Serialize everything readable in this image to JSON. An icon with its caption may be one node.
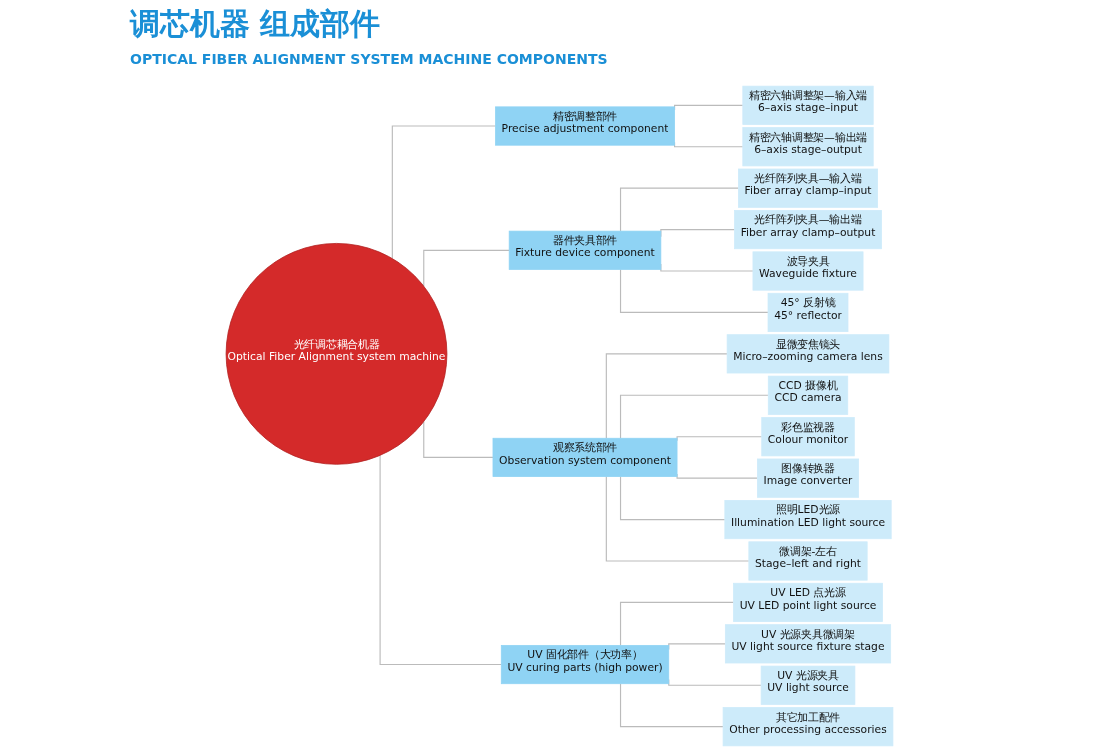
{
  "diagram": {
    "title": "调芯机器 组成部件",
    "nodes": [
      {
        "text": [
          "光纤调芯耦合机器",
          "Optical Fiber Alignment system machine"
        ]
      },
      {
        "text": [
          "精密调整部件",
          "Precise adjustment component"
        ]
      },
      {
        "text": [
          "精密六轴调整架—输入端",
          "6–axis stage–input"
        ]
      },
      {
        "text": [
          "精密六轴调整架—输出端",
          "6–axis stage–output"
        ]
      },
      {
        "text": [
          "器件夹具部件",
          "Fixture device component"
        ]
      },
      {
        "text": [
          "光纤阵列夹具—输入端",
          "Fiber array clamp–input"
        ]
      },
      {
        "text": [
          "光纤阵列夹具—输出端",
          "Fiber array clamp–output"
        ]
      },
      {
        "text": [
          "波导夹具",
          "Waveguide fixture"
        ]
      },
      {
        "text": [
          "45° 反射镜",
          "45° reflector"
        ]
      },
      {
        "text": [
          "观察系统部件",
          "Observation system component"
        ]
      },
      {
        "text": [
          "显微变焦镜头",
          "Micro–zooming camera lens"
        ]
      },
      {
        "text": [
          "CCD 摄像机",
          "CCD camera"
        ]
      },
      {
        "text": [
          "彩色监视器",
          "Colour monitor"
        ]
      },
      {
        "text": [
          "图像转换器",
          "Image converter"
        ]
      },
      {
        "text": [
          "照明LED光源",
          "Illumination LED light source"
        ]
      },
      {
        "text": [
          "微调架-左右",
          "Stage–left and right"
        ]
      },
      {
        "text": [
          "UV 固化部件（大功率）",
          "UV curing parts (high power)"
        ]
      },
      {
        "text": [
          "UV LED 点光源",
          "UV LED point light source"
        ]
      },
      {
        "text": [
          "UV 光源夹具微调架",
          "UV light source fixture stage"
        ]
      },
      {
        "text": [
          "UV 光源夹具",
          "UV light source"
        ]
      },
      {
        "text": [
          "其它加工配件",
          "Other processing accessories"
        ]
      }
    ],
    "edges": [
      {
        "from": 0,
        "to": 1,
        "arrow": "none"
      },
      {
        "from": 1,
        "to": 2,
        "arrow": "none"
      },
      {
        "from": 1,
        "to": 3,
        "arrow": "none"
      },
      {
        "from": 0,
        "to": 4,
        "arrow": "none"
      },
      {
        "from": 4,
        "to": 5,
        "arrow": "none"
      },
      {
        "from": 4,
        "to": 6,
        "arrow": "none"
      },
      {
        "from": 4,
        "to": 7,
        "arrow": "none"
      },
      {
        "from": 4,
        "to": 8,
        "arrow": "none"
      },
      {
        "from": 0,
        "to": 9,
        "arrow": "none"
      },
      {
        "from": 9,
        "to": 10,
        "arrow": "none"
      },
      {
        "from": 9,
        "to": 11,
        "arrow": "none"
      },
      {
        "from": 9,
        "to": 12,
        "arrow": "none"
      },
      {
        "from": 9,
        "to": 13,
        "arrow": "none"
      },
      {
        "from": 9,
        "to": 14,
        "arrow": "none"
      },
      {
        "from": 9,
        "to": 15,
        "arrow": "none"
      },
      {
        "from": 0,
        "to": 16,
        "arrow": "none"
      },
      {
        "from": 16,
        "to": 17,
        "arrow": "none"
      },
      {
        "from": 16,
        "to": 18,
        "arrow": "none"
      },
      {
        "from": 16,
        "to": 19,
        "arrow": "none"
      },
      {
        "from": 16,
        "to": 20,
        "arrow": "none"
      }
    ],
    "labels": [
      "OPTICAL FIBER ALIGNMENT SYSTEM MACHINE COMPONENTS"
    ]
  }
}
